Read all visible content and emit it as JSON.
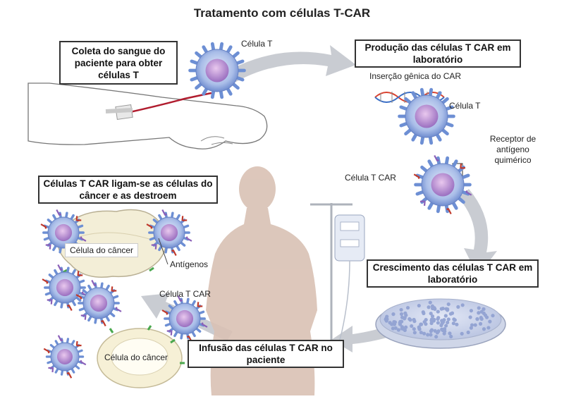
{
  "title": "Tratamento com células T-CAR",
  "steps": {
    "collect": "Coleta do sangue do paciente para obter células T",
    "production": "Produção das células T CAR em laboratório",
    "growth": "Crescimento das células T CAR em laboratório",
    "infusion": "Infusão das células T CAR no paciente",
    "binding": "Células T CAR ligam-se as células do câncer e as destroem"
  },
  "labels": {
    "t_cell_top": "Célula T",
    "gene_insertion": "Inserção gênica do CAR",
    "t_cell_lab": "Célula T",
    "receptor": "Receptor de antígeno quimérico",
    "car_t_lab": "Célula T CAR",
    "cancer_cell_1": "Célula do câncer",
    "antigens": "Antígenos",
    "car_t_bottom": "Célula T CAR",
    "cancer_cell_2": "Célula do câncer"
  }
}
